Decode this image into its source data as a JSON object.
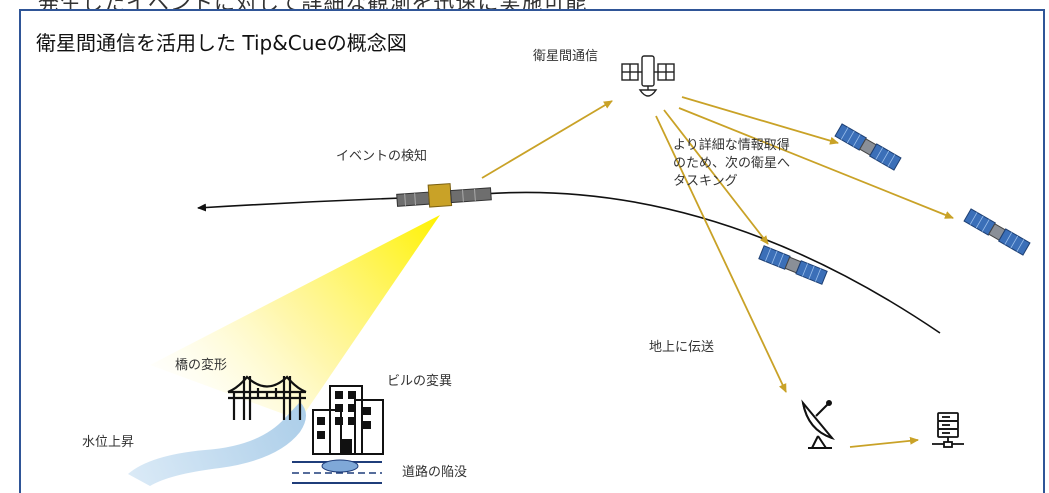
{
  "top_caption": "発生したイベントに対して詳細な観測を迅速に実施可能",
  "title": "衛星間通信を活用した Tip&Cueの概念図",
  "labels": {
    "inter_satellite_comm": "衛星間通信",
    "event_detection": "イベントの検知",
    "tasking_line1": "より詳細な情報取得",
    "tasking_line2": "のため、次の衛星へ",
    "tasking_line3": "タスキング",
    "downlink": "地上に伝送",
    "bridge_deformation": "橋の変形",
    "building_deformation": "ビルの変異",
    "water_level_rise": "水位上昇",
    "road_subsidence": "道路の陥没"
  },
  "colors": {
    "frame": "#2f5597",
    "arrow_gold": "#c9a227",
    "orbit": "#111111",
    "beam": "#fff200",
    "river": "#a9cce8",
    "panel_blue": "#3b6fb8"
  },
  "icons": [
    "relay-satellite-icon",
    "earth-observation-satellite-icon",
    "bridge-icon",
    "buildings-icon",
    "sinkhole-icon",
    "ground-station-dish-icon",
    "server-icon"
  ]
}
